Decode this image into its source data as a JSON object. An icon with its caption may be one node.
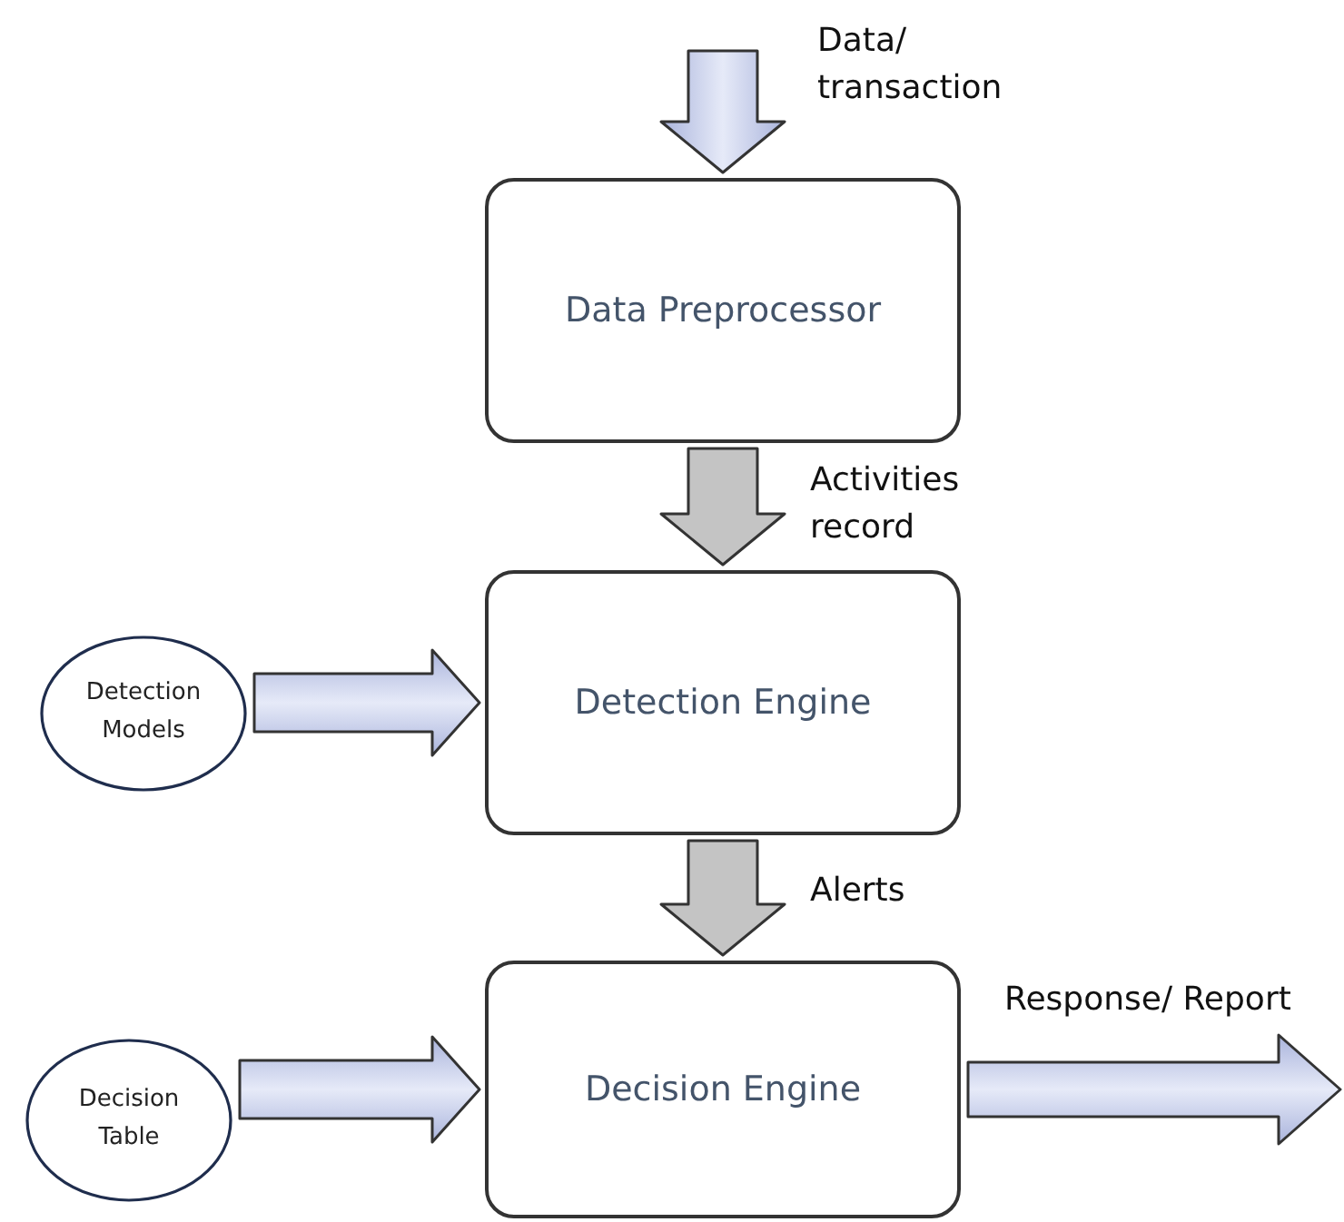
{
  "diagram": {
    "nodes": [
      {
        "text": [
          "Data Preprocessor"
        ]
      },
      {
        "text": [
          "Detection Engine"
        ]
      },
      {
        "text": [
          "Decision Engine"
        ]
      },
      {
        "text": [
          "Detection Models"
        ]
      },
      {
        "text": [
          "Decision Table"
        ]
      }
    ],
    "edges": [
      {
        "from": null,
        "to": 0,
        "arrow": "to",
        "label": "Data/ transaction"
      },
      {
        "from": 0,
        "to": 1,
        "arrow": "to",
        "label": "Activities record",
        "color": "#c4c4c4"
      },
      {
        "from": 3,
        "to": 1,
        "arrow": "to"
      },
      {
        "from": 1,
        "to": 2,
        "arrow": "to",
        "label": "Alerts",
        "color": "#c4c4c4"
      },
      {
        "from": 4,
        "to": 2,
        "arrow": "to"
      },
      {
        "from": 2,
        "to": null,
        "arrow": "to",
        "label": "Response/ Report"
      }
    ]
  }
}
